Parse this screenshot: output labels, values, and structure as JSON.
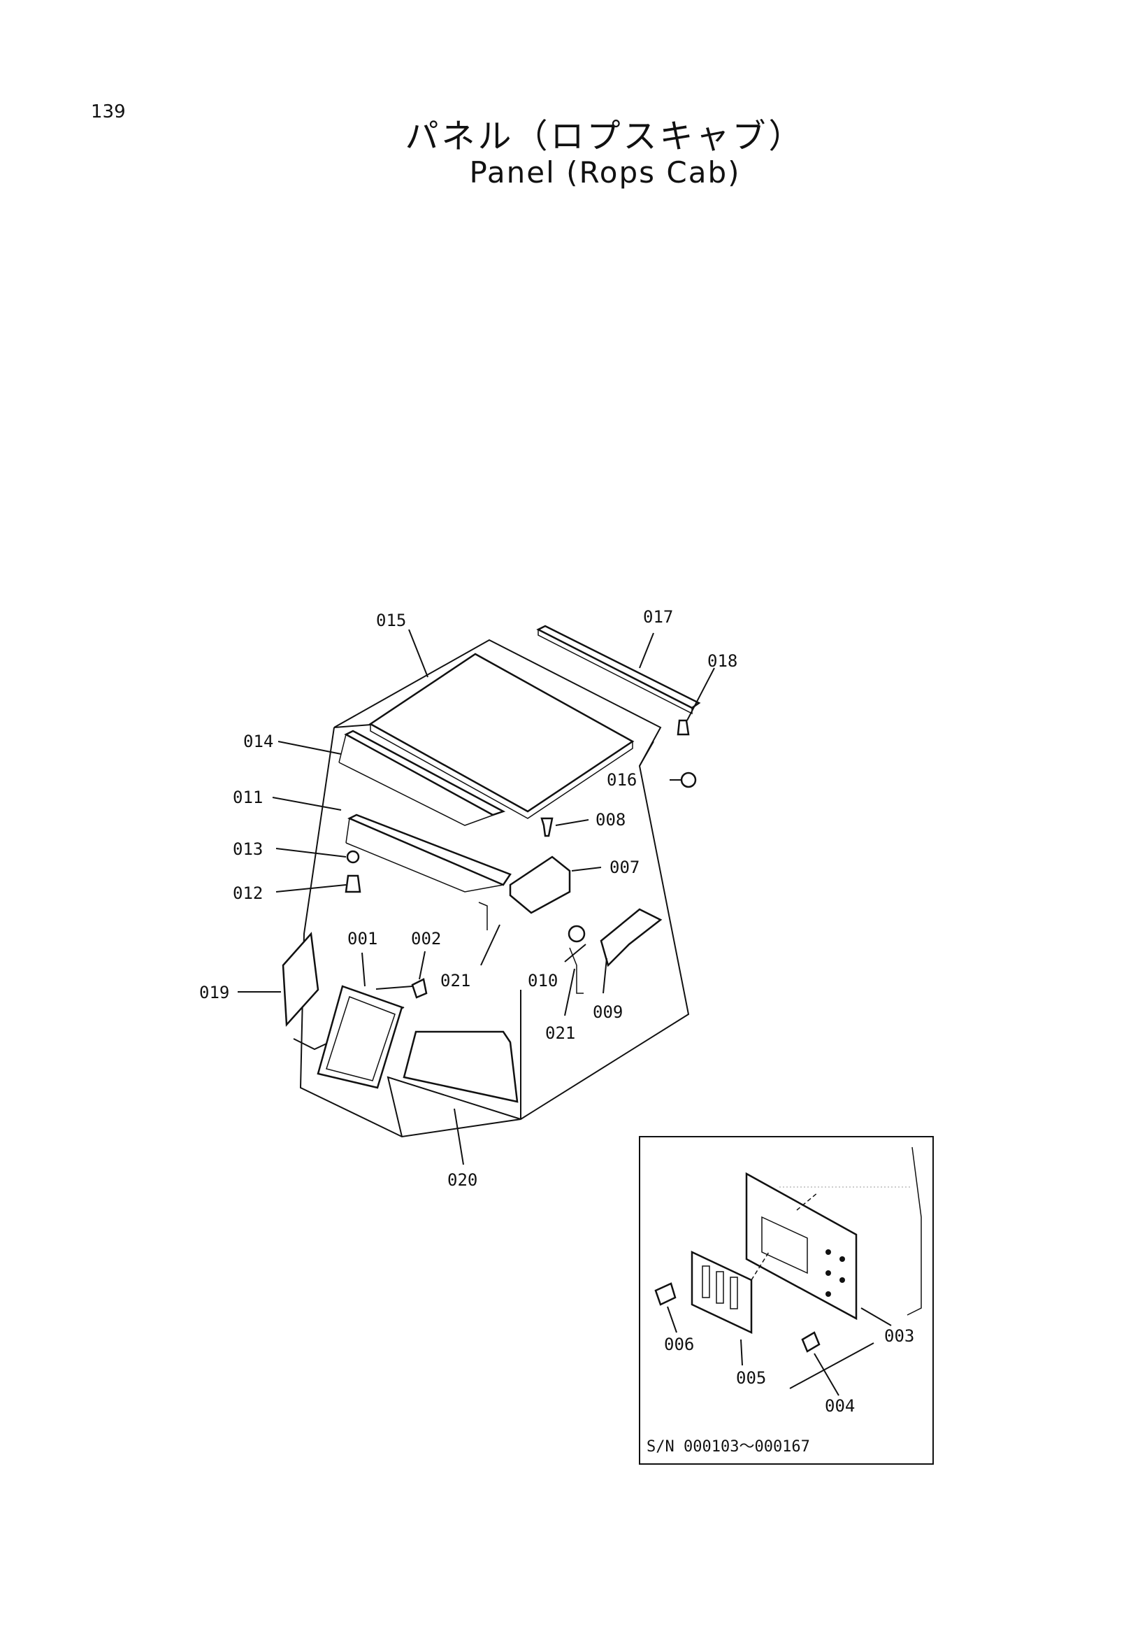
{
  "page_number": "139",
  "title_jp": "パネル（ロプスキャブ）",
  "title_en": "Panel (Rops Cab)",
  "labels": {
    "p001": "001",
    "p002": "002",
    "p003": "003",
    "p004": "004",
    "p005": "005",
    "p006": "006",
    "p007": "007",
    "p008": "008",
    "p009": "009",
    "p010": "010",
    "p011": "011",
    "p012": "012",
    "p013": "013",
    "p014": "014",
    "p015": "015",
    "p016": "016",
    "p017": "017",
    "p018": "018",
    "p019": "019",
    "p020": "020",
    "p021a": "021",
    "p021b": "021"
  },
  "inset": {
    "serial_range": "S/N 000103～000167"
  }
}
